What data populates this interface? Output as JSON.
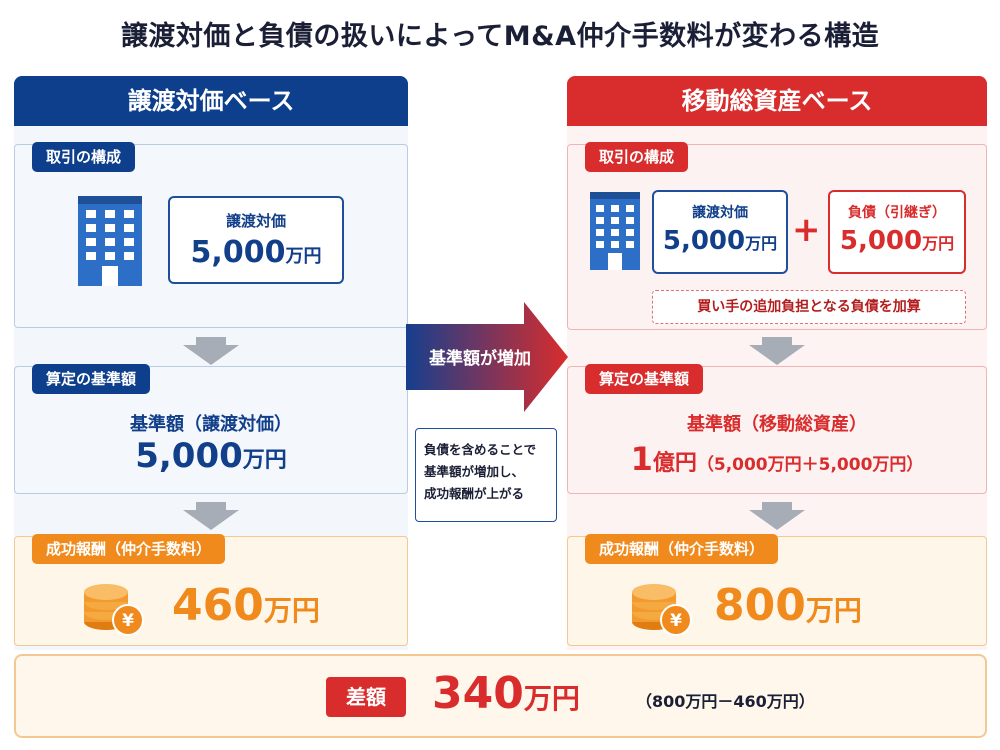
{
  "title": "譲渡対価と負債の扱いによってM&A仲介手数料が変わる構造",
  "left": {
    "header": "譲渡対価ベース",
    "structure_label": "取引の構成",
    "price_title": "譲渡対価",
    "price_value": "5,000",
    "unit": "万円",
    "base_label": "算定の基準額",
    "base_title": "基準額（譲渡対価）",
    "base_value": "5,000",
    "fee_label": "成功報酬（仲介手数料）",
    "fee_value": "460"
  },
  "middle": {
    "arrow_label": "基準額が増加",
    "note_lines": [
      "負債を含めることで",
      "基準額が増加し、",
      "成功報酬が上がる"
    ]
  },
  "right": {
    "header": "移動総資産ベース",
    "structure_label": "取引の構成",
    "price_title": "譲渡対価",
    "price_value": "5,000",
    "plus": "+",
    "debt_title": "負債（引継ぎ）",
    "debt_value": "5,000",
    "unit": "万円",
    "debt_note": "買い手の追加負担となる負債を加算",
    "base_label": "算定の基準額",
    "base_title": "基準額（移動総資産）",
    "base_value": "1",
    "base_unit": "億円",
    "base_breakdown": "（5,000万円＋5,000万円）",
    "fee_label": "成功報酬（仲介手数料）",
    "fee_value": "800"
  },
  "summary": {
    "label": "差額",
    "value": "340",
    "unit": "万円",
    "calc": "（800万円－460万円）"
  },
  "colors": {
    "navy": "#0e3f8c",
    "red": "#d92c2c",
    "orange": "#f08a1c"
  }
}
